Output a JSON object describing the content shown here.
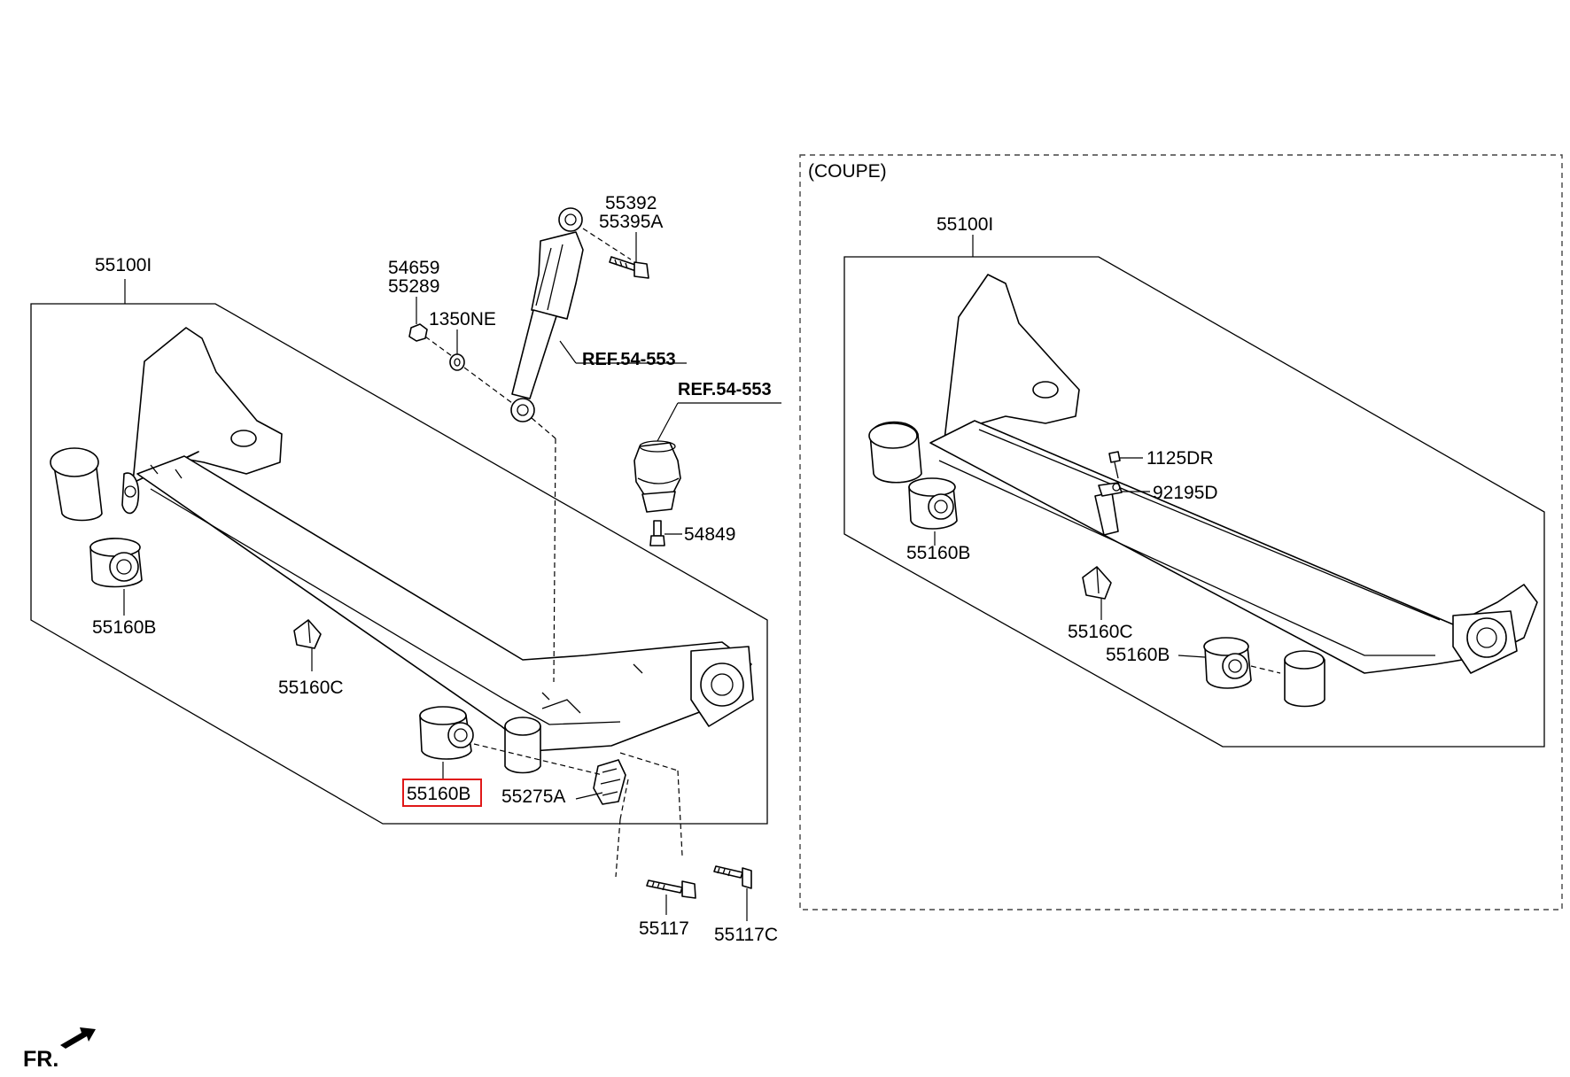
{
  "labels": {
    "l_55100i_left": "55100I",
    "l_55392": "55392",
    "l_55395a": "55395A",
    "l_54659": "54659",
    "l_55289": "55289",
    "l_1350ne": "1350NE",
    "l_ref_shock": "REF.54-553",
    "l_ref_bump": "REF.54-553",
    "l_54849": "54849",
    "l_55160b_left": "55160B",
    "l_55160c_left": "55160C",
    "l_55160b_highlight": "55160B",
    "l_55275a": "55275A",
    "l_55117": "55117",
    "l_55117c": "55117C",
    "l_coupe": "(COUPE)",
    "l_55100i_right": "55100I",
    "l_1125dr": "1125DR",
    "l_92195d": "92195D",
    "l_55160b_right1": "55160B",
    "l_55160c_right": "55160C",
    "l_55160b_right2": "55160B",
    "l_fr": "FR."
  },
  "highlight": {
    "part": "55160B",
    "color": "#e01818"
  }
}
